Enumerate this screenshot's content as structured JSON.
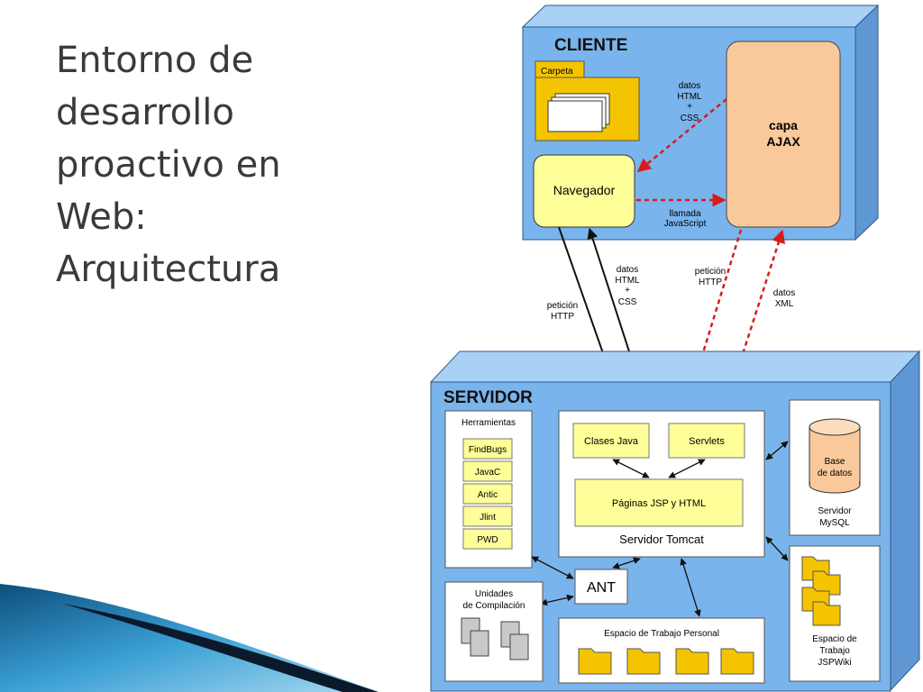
{
  "slide": {
    "title": "Entorno de\ndesarrollo\nproactivo en\nWeb:\nArquitectura"
  },
  "diagram": {
    "cliente": {
      "label": "CLIENTE",
      "carpeta": "Carpeta",
      "navegador": "Navegador",
      "capa_ajax": [
        "capa",
        "AJAX"
      ],
      "datos_html_css": [
        "datos",
        "HTML",
        "+",
        "CSS"
      ],
      "llamada_js": [
        "llamada",
        "JavaScript"
      ]
    },
    "connectors": {
      "peticion_http_left": [
        "petición",
        "HTTP"
      ],
      "datos_html_css_mid": [
        "datos",
        "HTML",
        "+",
        "CSS"
      ],
      "peticion_http_right": [
        "petición",
        "HTTP"
      ],
      "datos_xml": [
        "datos",
        "XML"
      ]
    },
    "servidor": {
      "label": "SERVIDOR",
      "herramientas": {
        "title": "Herramientas",
        "items": [
          "FindBugs",
          "JavaC",
          "Antic",
          "Jlint",
          "PWD"
        ]
      },
      "tomcat": {
        "label": "Servidor Tomcat",
        "clases_java": "Clases Java",
        "servlets": "Servlets",
        "paginas": "Páginas JSP y HTML"
      },
      "mysql": {
        "db": [
          "Base",
          "de datos"
        ],
        "label": [
          "Servidor",
          "MySQL"
        ]
      },
      "ant": "ANT",
      "unidades": [
        "Unidades",
        "de Compilación"
      ],
      "espacio_personal": "Espacio de Trabajo Personal",
      "jspwiki": [
        "Espacio de",
        "Trabajo",
        "JSPWiki"
      ]
    }
  },
  "colors": {
    "box_face": "#7ab4ec",
    "box_side": "#5f97d4",
    "box_top": "#a9d0f5",
    "yellow": "#ffff99",
    "folder": "#f5c400",
    "ajax": "#f9c99c",
    "arrow_red": "#d81b1b"
  }
}
